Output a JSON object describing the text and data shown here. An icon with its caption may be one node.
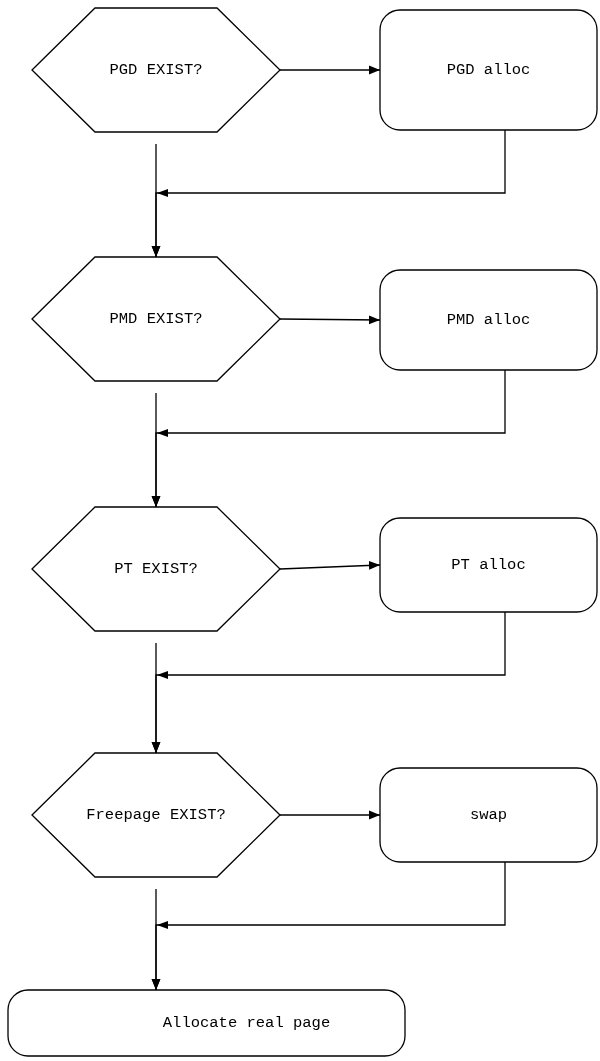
{
  "diagram": {
    "nodes": [
      {
        "text": [
          "PGD EXIST?"
        ]
      },
      {
        "text": [
          "PGD alloc"
        ]
      },
      {
        "text": [
          "PMD EXIST?"
        ]
      },
      {
        "text": [
          "PMD alloc"
        ]
      },
      {
        "text": [
          "PT EXIST?"
        ]
      },
      {
        "text": [
          "PT alloc"
        ]
      },
      {
        "text": [
          "Freepage EXIST?"
        ]
      },
      {
        "text": [
          "swap"
        ]
      },
      {
        "text": [
          "Allocate real page"
        ]
      }
    ],
    "edges": [
      {
        "from": 0,
        "to": 1,
        "arrow": "to"
      },
      {
        "from": 1,
        "to": 2,
        "arrow": "to"
      },
      {
        "from": 0,
        "to": 2,
        "arrow": "to"
      },
      {
        "from": 2,
        "to": 3,
        "arrow": "to"
      },
      {
        "from": 3,
        "to": 4,
        "arrow": "to"
      },
      {
        "from": 2,
        "to": 4,
        "arrow": "to"
      },
      {
        "from": 4,
        "to": 5,
        "arrow": "to"
      },
      {
        "from": 5,
        "to": 6,
        "arrow": "to"
      },
      {
        "from": 4,
        "to": 6,
        "arrow": "to"
      },
      {
        "from": 6,
        "to": 7,
        "arrow": "to"
      },
      {
        "from": 7,
        "to": 8,
        "arrow": "to"
      },
      {
        "from": 6,
        "to": 8,
        "arrow": "to"
      }
    ]
  }
}
